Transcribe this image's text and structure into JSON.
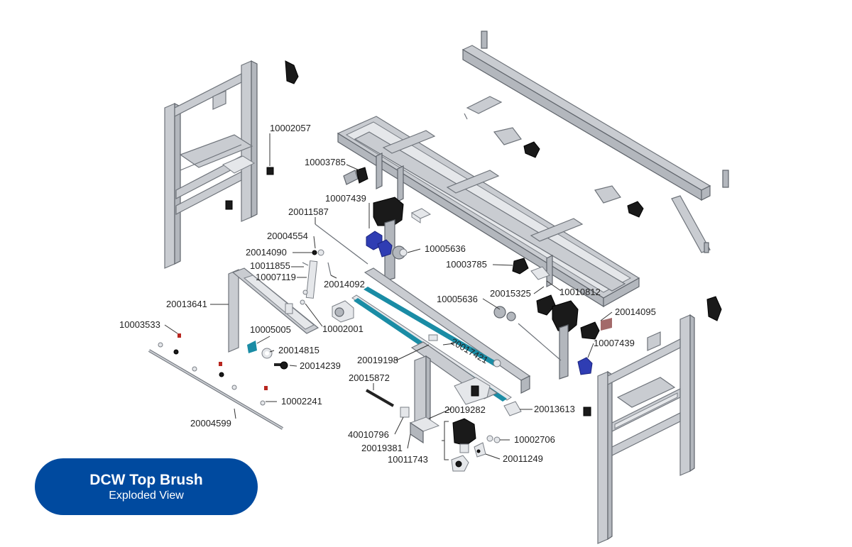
{
  "title": "DCW Top Brush",
  "subtitle": "Exploded View",
  "colors": {
    "badge": "#004a9f",
    "frame": "#c9ccd1",
    "bearing": "#2f3db3",
    "belt": "#1a8ca5"
  },
  "part_labels": [
    "10002057",
    "10003785",
    "10007439",
    "20011587",
    "20004554",
    "20014090",
    "10011855",
    "10007119",
    "20014092",
    "10005636",
    "10003785",
    "20015325",
    "10010812",
    "20013641",
    "10005636",
    "20014095",
    "10003533",
    "10005005",
    "10002001",
    "20017421",
    "10007439",
    "20014815",
    "20014239",
    "20019198",
    "20015872",
    "10002241",
    "20019282",
    "20013613",
    "20004599",
    "10002706",
    "40010796",
    "20019381",
    "10011743",
    "20011249"
  ]
}
